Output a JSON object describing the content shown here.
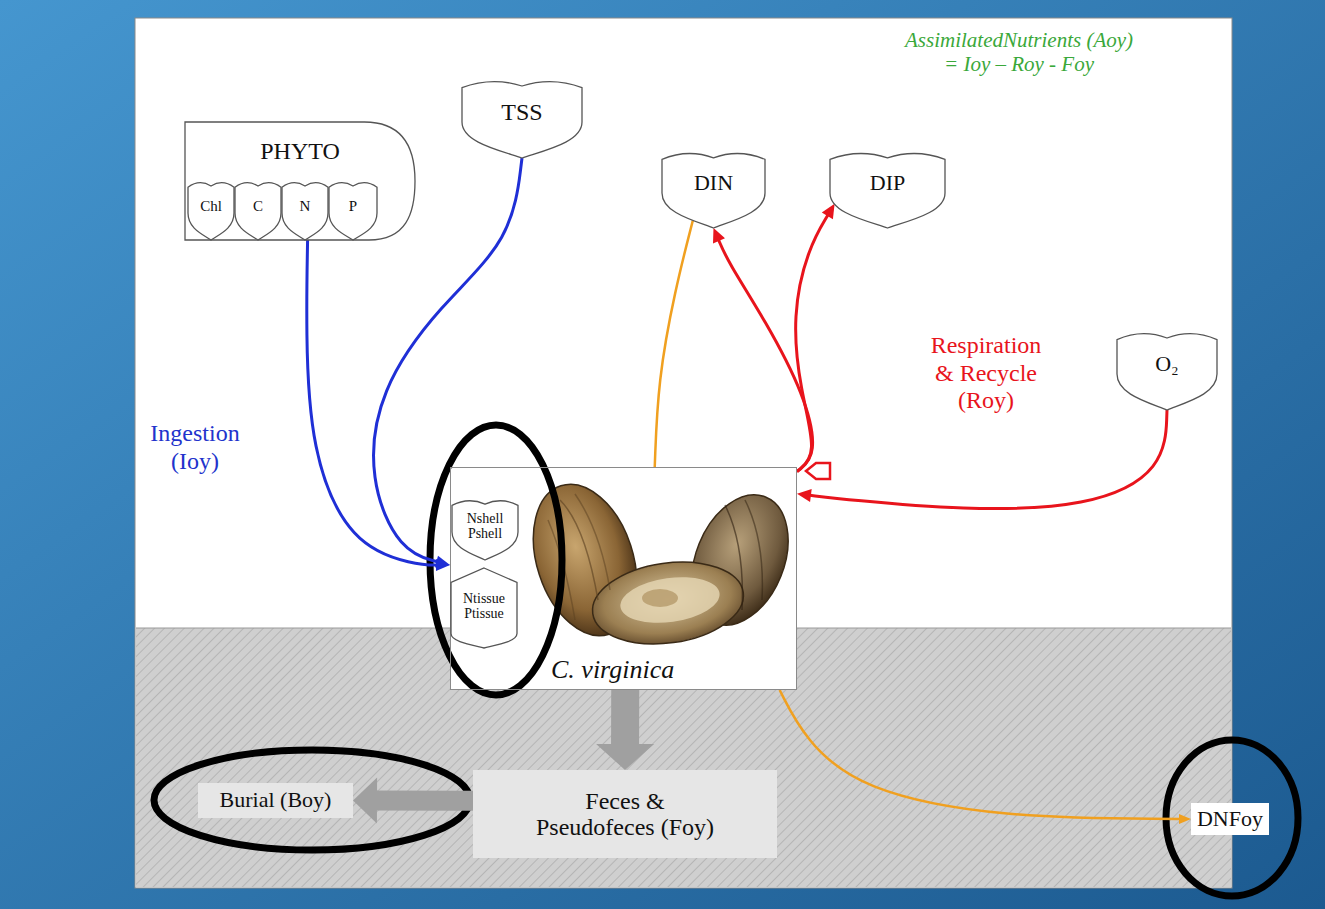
{
  "diagram": {
    "nodes": [
      {
        "text": [
          "PHYTO"
        ]
      },
      {
        "text": [
          "Chl"
        ],
        "in": 0
      },
      {
        "text": [
          "C"
        ],
        "in": 0
      },
      {
        "text": [
          "N"
        ],
        "in": 0
      },
      {
        "text": [
          "P"
        ],
        "in": 0
      },
      {
        "text": [
          "TSS"
        ]
      },
      {
        "text": [
          "DIN"
        ]
      },
      {
        "text": [
          "DIP"
        ]
      },
      {
        "text": [
          "O₂"
        ]
      },
      {
        "text": [
          "C. virginica"
        ]
      },
      {
        "text": [
          "Nshell Pshell"
        ],
        "in": 9
      },
      {
        "text": [
          "Ntissue Ptissue"
        ],
        "in": 9
      },
      {
        "text": [
          "Feces & Pseudofeces (Foy)"
        ]
      },
      {
        "text": [
          "Burial (Boy)"
        ]
      },
      {
        "text": [
          "DNFoy"
        ]
      }
    ],
    "edges": [
      {
        "from": 0,
        "to": 9,
        "arrow": "to"
      },
      {
        "from": 5,
        "to": 9,
        "arrow": "to"
      },
      {
        "from": 9,
        "to": 6,
        "arrow": "none"
      },
      {
        "from": 9,
        "to": 6,
        "arrow": "to"
      },
      {
        "from": 9,
        "to": 7,
        "arrow": "to"
      },
      {
        "from": 8,
        "to": 9,
        "arrow": "to"
      },
      {
        "from": 9,
        "to": 12,
        "arrow": "to"
      },
      {
        "from": 12,
        "to": 13,
        "arrow": "to"
      },
      {
        "from": 9,
        "to": 14,
        "arrow": "to"
      }
    ],
    "labels": [
      "AssimilatedNutrients (Aoy) = Ioy – Roy - Foy",
      "Ingestion (Ioy)",
      "Respiration & Recycle (Roy)"
    ]
  }
}
